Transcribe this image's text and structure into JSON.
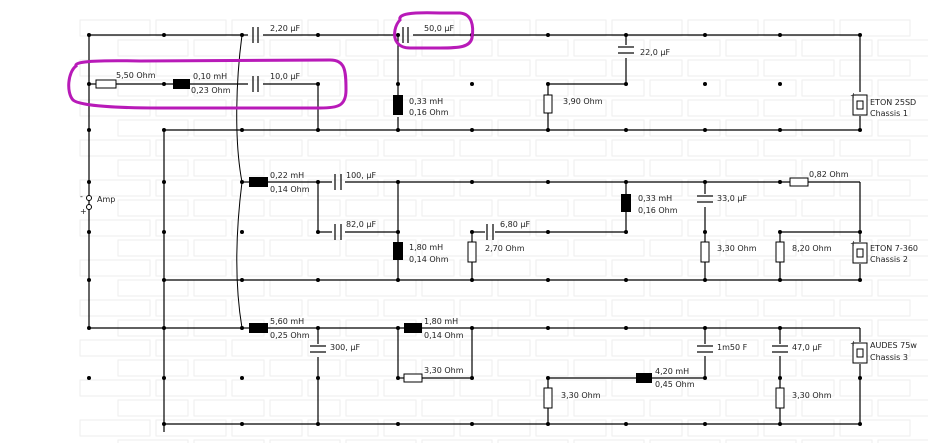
{
  "components": {
    "r_in": {
      "value": "5,50 Ohm"
    },
    "l_in": {
      "value": "0,10 mH",
      "dcr": "0,23 Ohm"
    },
    "c_in": {
      "value": "10,0 µF"
    },
    "c_top": {
      "value": "2,20 µF"
    },
    "c_hi": {
      "value": "50,0 µF"
    },
    "c_tw": {
      "value": "22,0 µF"
    },
    "l_tw": {
      "value": "0,33 mH",
      "dcr": "0,16 Ohm"
    },
    "r_tw": {
      "value": "3,90 Ohm"
    },
    "l_m1": {
      "value": "0,22 mH",
      "dcr": "0,14 Ohm"
    },
    "c_m1": {
      "value": "100, µF"
    },
    "c_m2": {
      "value": "82,0 µF"
    },
    "l_m2": {
      "value": "1,80 mH",
      "dcr": "0,14 Ohm"
    },
    "c_m3": {
      "value": "6,80 µF"
    },
    "r_m1": {
      "value": "2,70 Ohm"
    },
    "l_m3": {
      "value": "0,33 mH",
      "dcr": "0,16 Ohm"
    },
    "c_m4": {
      "value": "33,0 µF"
    },
    "r_m2": {
      "value": "0,82 Ohm"
    },
    "r_m3": {
      "value": "3,30 Ohm"
    },
    "r_m4": {
      "value": "8,20 Ohm"
    },
    "l_b1": {
      "value": "5,60 mH",
      "dcr": "0,25 Ohm"
    },
    "c_b1": {
      "value": "300, µF"
    },
    "l_b2": {
      "value": "1,80 mH",
      "dcr": "0,14 Ohm"
    },
    "r_b1": {
      "value": "3,30 Ohm"
    },
    "r_b2": {
      "value": "3,30 Ohm"
    },
    "l_b3": {
      "value": "4,20 mH",
      "dcr": "0,45 Ohm"
    },
    "c_b2": {
      "value": "1m50 F"
    },
    "c_b3": {
      "value": "47,0 µF"
    },
    "r_b3": {
      "value": "3,30 Ohm"
    }
  },
  "source": {
    "label": "Amp",
    "minus": "-",
    "plus": "+"
  },
  "drivers": [
    {
      "name": "ETON 25SD",
      "chassis": "Chassis 1"
    },
    {
      "name": "ETON 7-360",
      "chassis": "Chassis 2"
    },
    {
      "name": "AUDES 75w",
      "chassis": "Chassis 3"
    }
  ],
  "colors": {
    "annotation": "#b81ab8",
    "wire": "#000000",
    "grid_block": "#eeeeee"
  }
}
